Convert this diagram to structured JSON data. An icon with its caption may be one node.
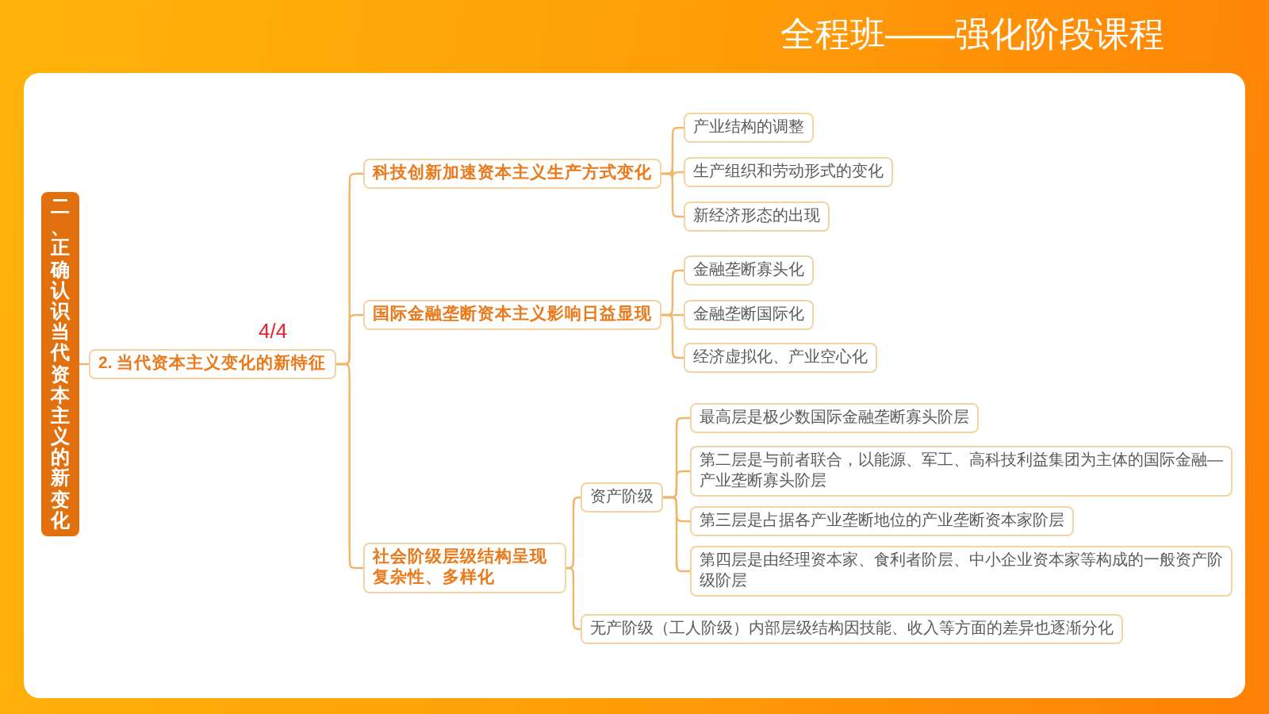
{
  "diagram": {
    "title": "全程班——强化阶段课程",
    "nodes": [
      {
        "text": [
          "二、正确认识当代资本主义的新变化"
        ]
      },
      {
        "text": [
          "2. 当代资本主义变化的新特征"
        ]
      },
      {
        "text": [
          "科技创新加速资本主义生产方式变化"
        ]
      },
      {
        "text": [
          "产业结构的调整"
        ]
      },
      {
        "text": [
          "生产组织和劳动形式的变化"
        ]
      },
      {
        "text": [
          "新经济形态的出现"
        ]
      },
      {
        "text": [
          "国际金融垄断资本主义影响日益显现"
        ]
      },
      {
        "text": [
          "金融垄断寡头化"
        ]
      },
      {
        "text": [
          "金融垄断国际化"
        ]
      },
      {
        "text": [
          "经济虚拟化、产业空心化"
        ]
      },
      {
        "text": [
          "社会阶级层级结构呈现复杂性、多样化"
        ]
      },
      {
        "text": [
          "资产阶级"
        ]
      },
      {
        "text": [
          "最高层是极少数国际金融垄断寡头阶层"
        ]
      },
      {
        "text": [
          "第二层是与前者联合，以能源、军工、高科技利益集团为主体的国际金融—产业垄断寡头阶层"
        ]
      },
      {
        "text": [
          "第三层是占据各产业垄断地位的产业垄断资本家阶层"
        ]
      },
      {
        "text": [
          "第四层是由经理资本家、食利者阶层、中小企业资本家等构成的一般资产阶级阶层"
        ]
      },
      {
        "text": [
          "无产阶级（工人阶级）内部层级结构因技能、收入等方面的差异也逐渐分化"
        ]
      }
    ],
    "edges": [
      {
        "from": 0,
        "to": 1,
        "arrow": "none"
      },
      {
        "from": 1,
        "to": 2,
        "arrow": "none"
      },
      {
        "from": 1,
        "to": 6,
        "arrow": "none"
      },
      {
        "from": 1,
        "to": 10,
        "arrow": "none"
      },
      {
        "from": 2,
        "to": 3,
        "arrow": "none"
      },
      {
        "from": 2,
        "to": 4,
        "arrow": "none"
      },
      {
        "from": 2,
        "to": 5,
        "arrow": "none"
      },
      {
        "from": 6,
        "to": 7,
        "arrow": "none"
      },
      {
        "from": 6,
        "to": 8,
        "arrow": "none"
      },
      {
        "from": 6,
        "to": 9,
        "arrow": "none"
      },
      {
        "from": 10,
        "to": 11,
        "arrow": "none"
      },
      {
        "from": 10,
        "to": 16,
        "arrow": "none"
      },
      {
        "from": 11,
        "to": 12,
        "arrow": "none"
      },
      {
        "from": 11,
        "to": 13,
        "arrow": "none"
      },
      {
        "from": 11,
        "to": 14,
        "arrow": "none"
      },
      {
        "from": 11,
        "to": 15,
        "arrow": "none"
      }
    ],
    "labels": [
      "4/4"
    ]
  }
}
